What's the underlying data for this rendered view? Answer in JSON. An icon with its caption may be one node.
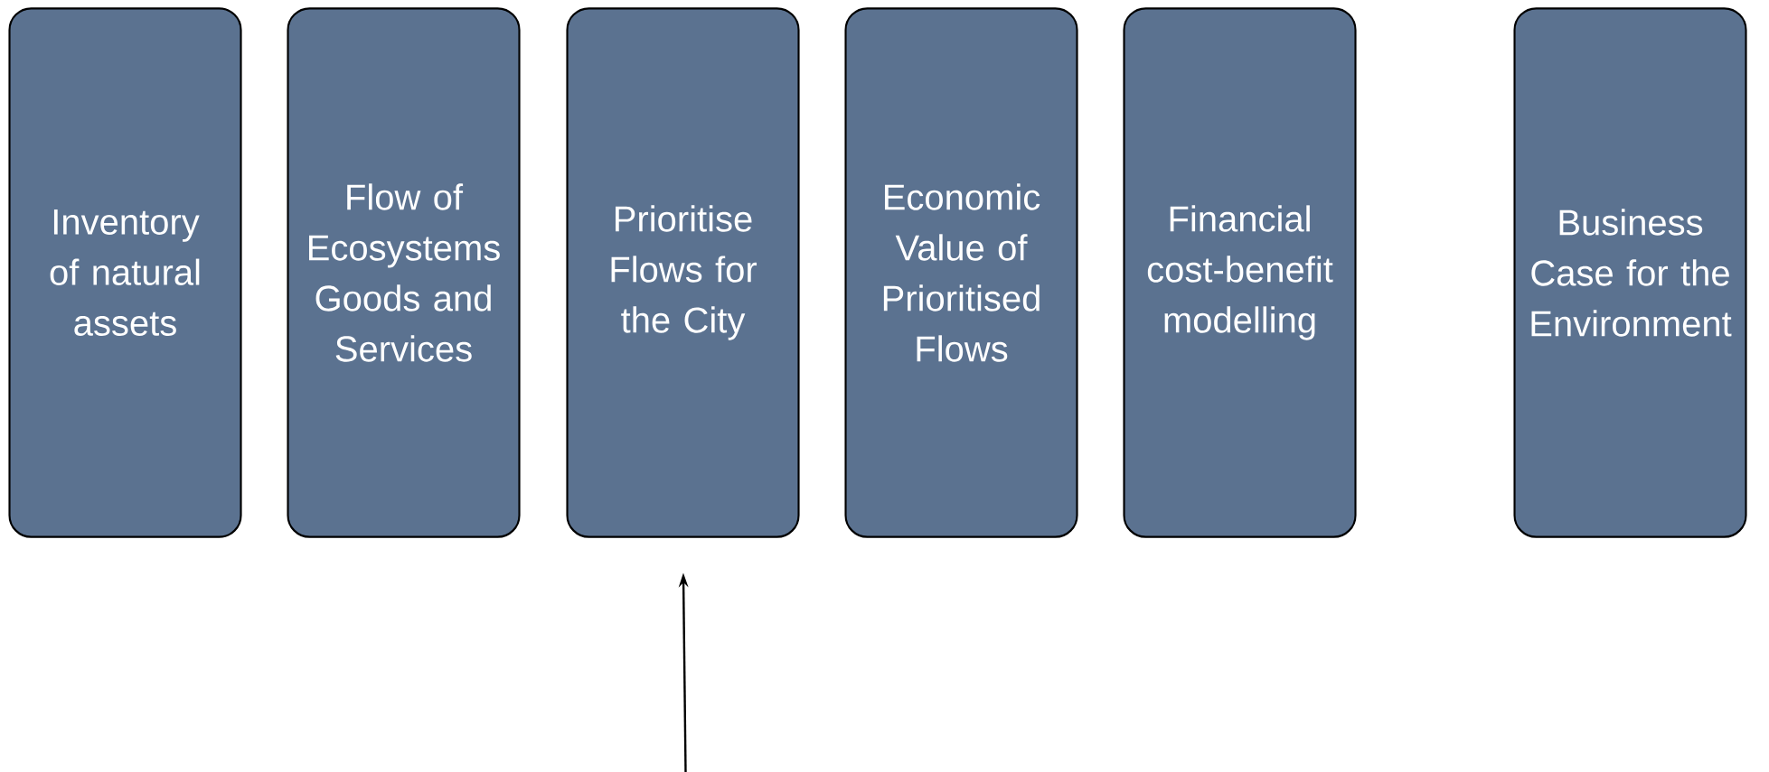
{
  "diagram": {
    "nodes": [
      {
        "text": [
          "Inventory of natural assets"
        ]
      },
      {
        "text": [
          "Flow of Ecosystems Goods and Services"
        ]
      },
      {
        "text": [
          "Prioritise Flows for the City"
        ]
      },
      {
        "text": [
          "Economic Value of Prioritised Flows"
        ]
      },
      {
        "text": [
          "Financial cost-benefit modelling"
        ]
      },
      {
        "text": [
          "Business Case for the Environment"
        ]
      }
    ],
    "edges": [
      {
        "from": null,
        "to": 2,
        "arrow": "to"
      }
    ]
  }
}
